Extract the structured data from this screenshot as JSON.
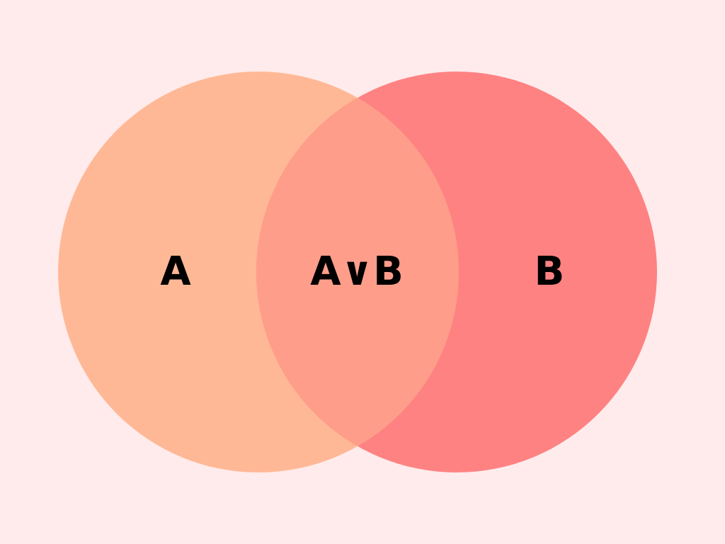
{
  "diagram": {
    "type": "venn",
    "background_color": "#FFEBEB",
    "sets": [
      {
        "label": "A",
        "color": "#FFB896"
      },
      {
        "label": "B",
        "color": "#FF8282"
      }
    ],
    "intersection": {
      "label": "A∨B",
      "color": "#FF9D8B"
    }
  }
}
